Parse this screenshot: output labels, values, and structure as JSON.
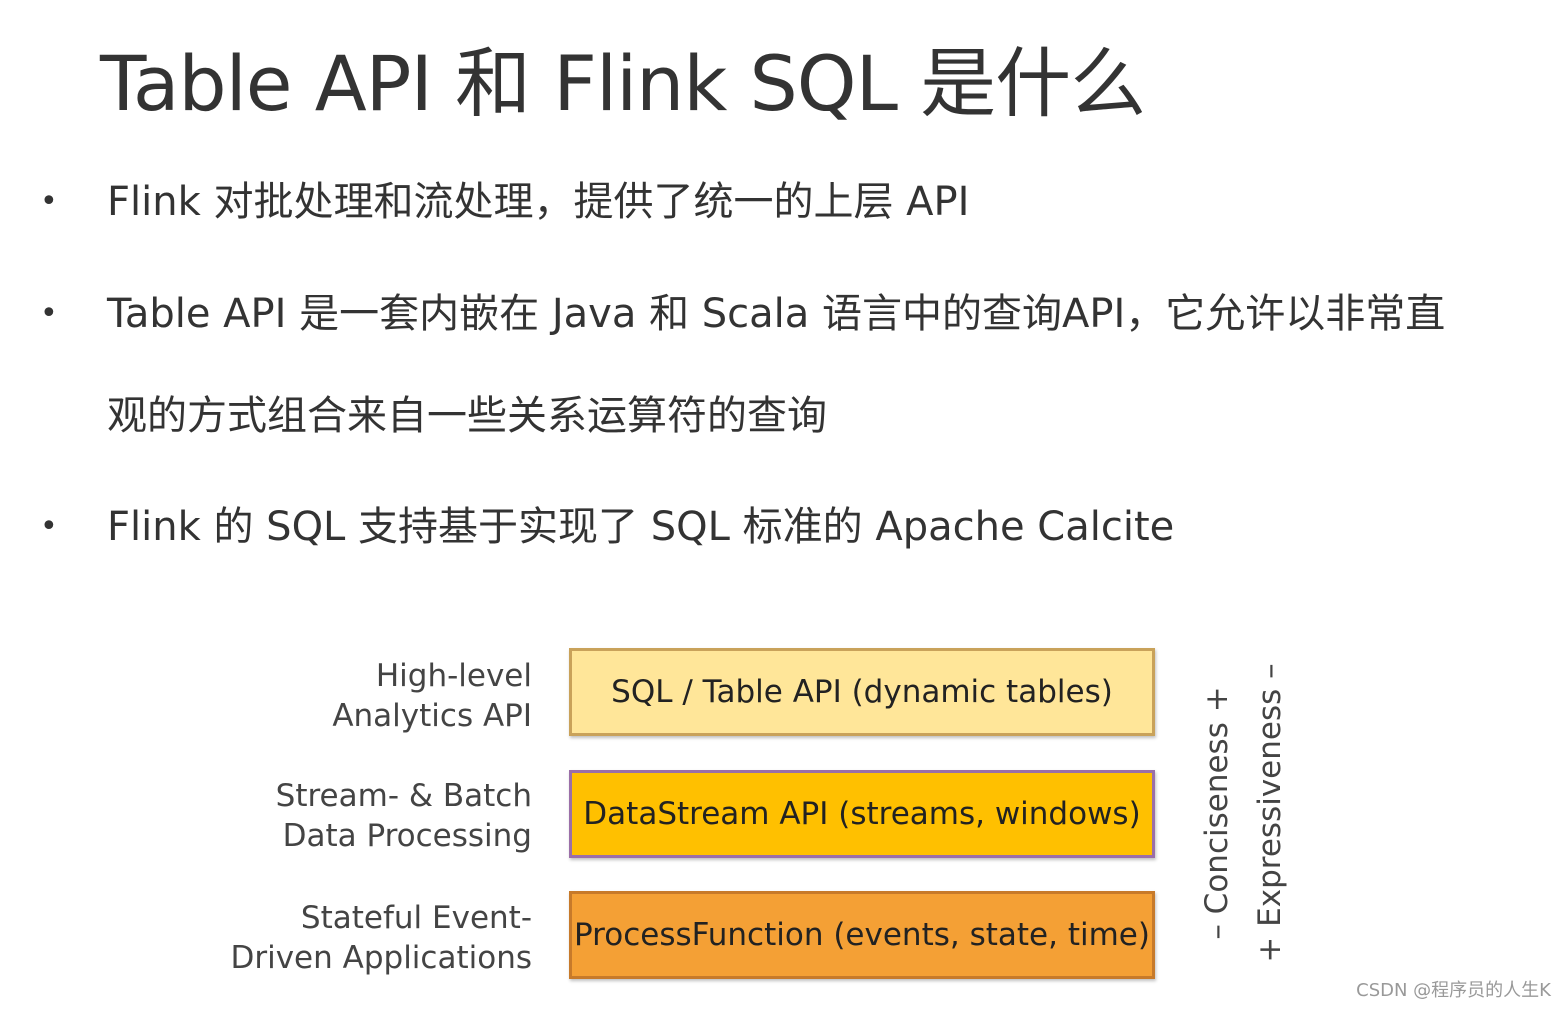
{
  "title": "Table API 和 Flink SQL 是什么",
  "bullets": [
    {
      "marker": "•",
      "text": "Flink 对批处理和流处理，提供了统一的上层 API"
    },
    {
      "marker": "•",
      "text": "Table API 是一套内嵌在 Java 和 Scala 语言中的查询API，它允许以非常直",
      "continuation": "观的方式组合来自一些关系运算符的查询"
    },
    {
      "marker": "•",
      "text": "Flink 的 SQL 支持基于实现了 SQL 标准的 Apache Calcite"
    }
  ],
  "diagram": {
    "layers": [
      {
        "label_line1": "High-level",
        "label_line2": "Analytics API",
        "box": "SQL / Table API (dynamic tables)",
        "color": "#FFE699"
      },
      {
        "label_line1": "Stream- & Batch",
        "label_line2": "Data Processing",
        "box": "DataStream API (streams, windows)",
        "color": "#FFC000"
      },
      {
        "label_line1": "Stateful Event-",
        "label_line2": "Driven Applications",
        "box": "ProcessFunction (events, state, time)",
        "color": "#F4A035"
      }
    ],
    "axis_conciseness": "– Conciseness +",
    "axis_expressiveness": "+ Expressiveness –"
  },
  "watermark": "CSDN @程序员的人生K"
}
